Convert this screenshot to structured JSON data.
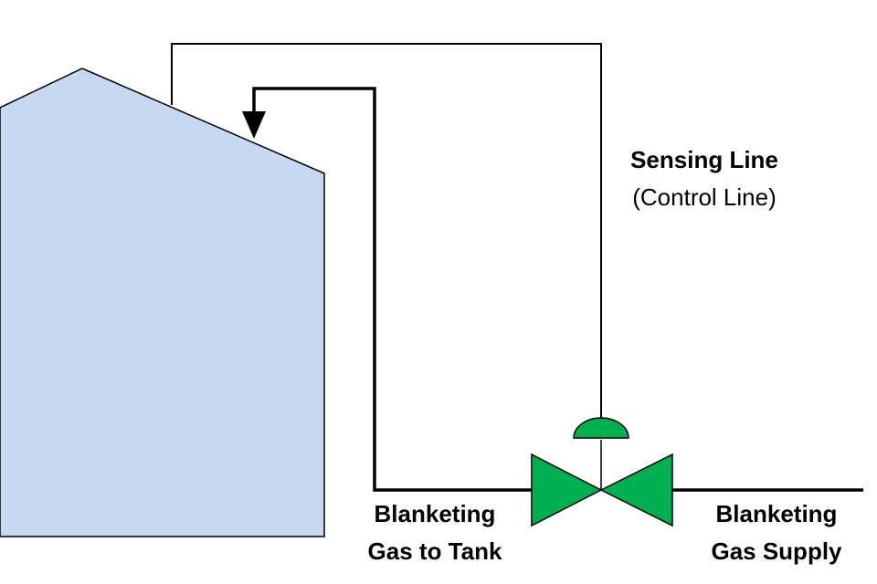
{
  "labels": {
    "sensing_line": "Sensing Line",
    "control_line": "(Control Line)",
    "gas_to_tank_1": "Blanketing",
    "gas_to_tank_2": "Gas to Tank",
    "gas_supply_1": "Blanketing",
    "gas_supply_2": "Gas Supply"
  },
  "colors": {
    "tank_fill": "#c6d9f1",
    "valve_fill": "#00b050",
    "line": "#000000",
    "background": "#ffffff"
  }
}
